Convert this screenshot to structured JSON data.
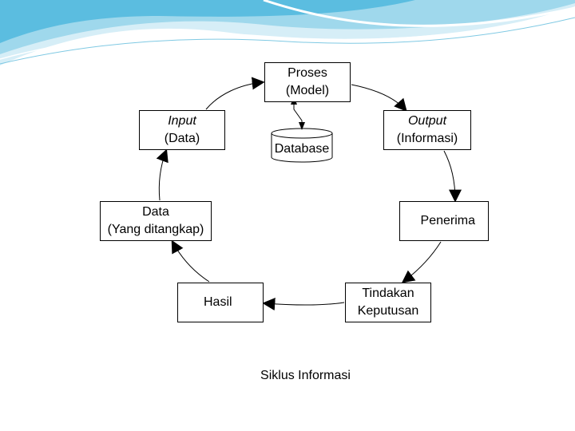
{
  "diagram": {
    "nodes": {
      "proses": {
        "line1": "Proses",
        "line2": "(Model)"
      },
      "input": {
        "line1": "Input",
        "line2": "(Data)"
      },
      "output": {
        "line1": "Output",
        "line2": "(Informasi)"
      },
      "data": {
        "line1": "Data",
        "line2": "(Yang ditangkap)"
      },
      "penerima": {
        "line1": "Penerima"
      },
      "hasil": {
        "line1": "Hasil"
      },
      "tindakan": {
        "line1": "Tindakan",
        "line2": "Keputusan"
      }
    },
    "database_label": "Database",
    "caption": "Siklus Informasi",
    "edges": [
      {
        "from": "Input (Data)",
        "to": "Proses (Model)"
      },
      {
        "from": "Proses (Model)",
        "to": "Output (Informasi)"
      },
      {
        "from": "Output (Informasi)",
        "to": "Penerima"
      },
      {
        "from": "Penerima",
        "to": "Tindakan Keputusan"
      },
      {
        "from": "Tindakan Keputusan",
        "to": "Hasil"
      },
      {
        "from": "Hasil",
        "to": "Data (Yang ditangkap)"
      },
      {
        "from": "Data (Yang ditangkap)",
        "to": "Input (Data)"
      },
      {
        "from": "Proses (Model)",
        "to": "Database",
        "bidirectional": true
      }
    ]
  },
  "colors": {
    "banner_light": "#bfe6f3",
    "banner_mid": "#6cc6e4",
    "banner_dark": "#2d9cc6",
    "stroke": "#000000"
  }
}
